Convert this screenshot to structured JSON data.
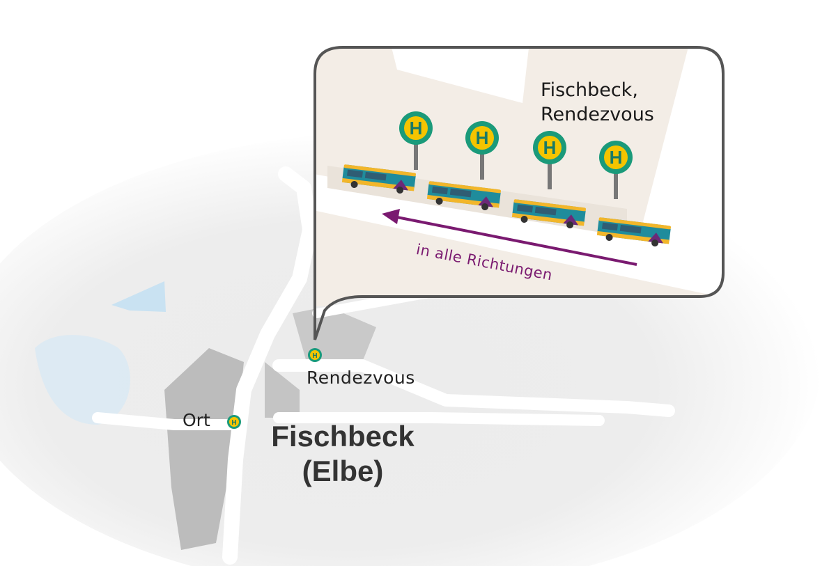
{
  "map": {
    "town_name": "Fischbeck (Elbe)",
    "stops": [
      {
        "label": "Rendezvous",
        "icon": "bus-stop-icon"
      },
      {
        "label": "Ort",
        "icon": "bus-stop-icon"
      }
    ]
  },
  "callout": {
    "stop_name": "Fischbeck, Rendezvous",
    "direction_text": "in alle Richtungen",
    "stop_sign_letter": "H",
    "stop_sign_count": 4,
    "bus_count": 4
  },
  "colors": {
    "stop_ring": "#1a9a7a",
    "stop_fill": "#f5c400",
    "bus_teal": "#1f8c9c",
    "bus_yellow": "#f2b62a",
    "arrow": "#7a1a70",
    "callout_border": "#555555",
    "callout_ground": "#f3ede6",
    "water": "#c9e2f2"
  }
}
